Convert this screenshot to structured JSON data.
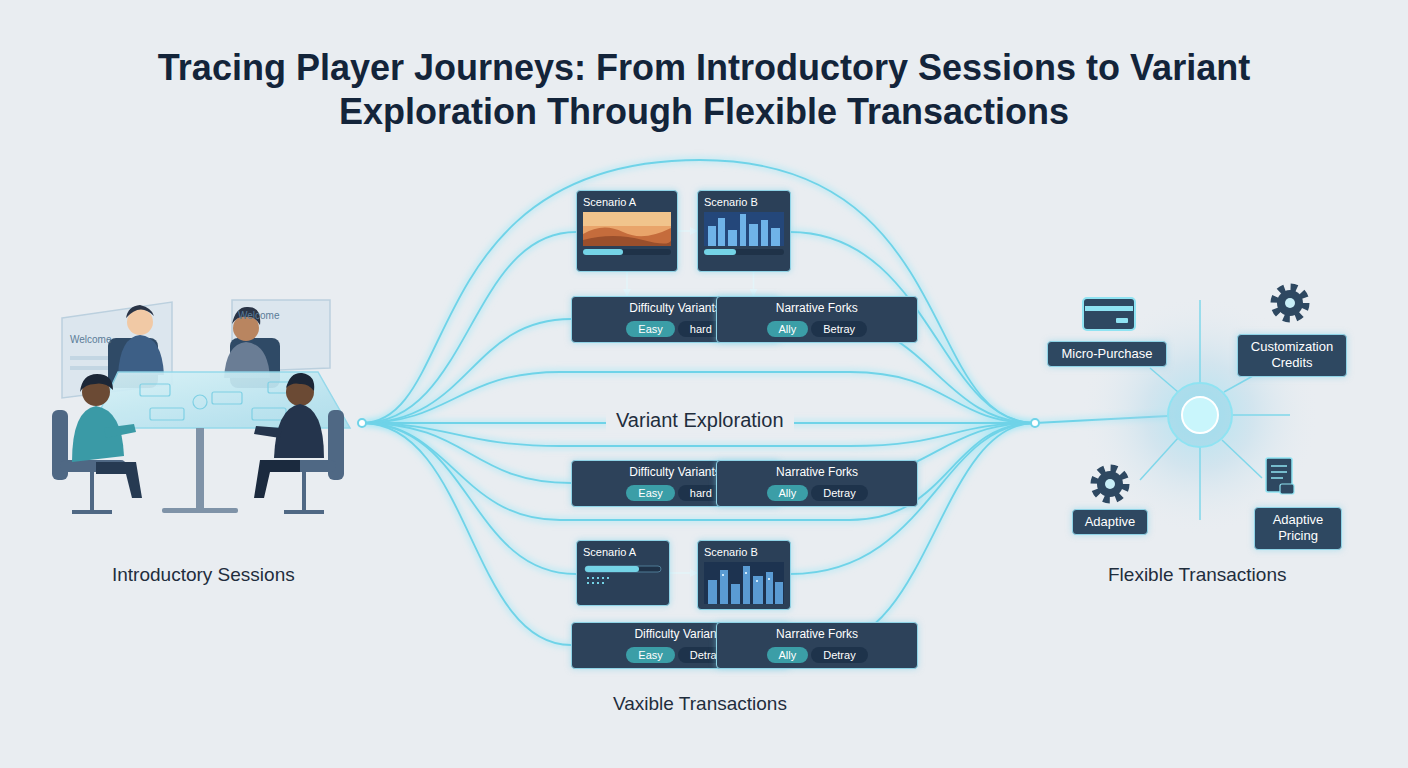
{
  "diagram": {
    "title": "Tracing Player Journeys: From Introductory Sessions to Variant Exploration Through Flexible Transactions",
    "nodes": [
      {
        "text": [
          "Scenario A"
        ]
      },
      {
        "text": [
          "Scenario B"
        ]
      },
      {
        "text": [
          "Difficulty Variants"
        ]
      },
      {
        "text": [
          "Easy"
        ],
        "in": 2
      },
      {
        "text": [
          "hard"
        ],
        "in": 2
      },
      {
        "text": [
          "Narrative Forks"
        ]
      },
      {
        "text": [
          "Ally"
        ],
        "in": 5
      },
      {
        "text": [
          "Betray"
        ],
        "in": 5
      },
      {
        "text": [
          "Difficulty Variants"
        ]
      },
      {
        "text": [
          "Easy"
        ],
        "in": 8
      },
      {
        "text": [
          "hard"
        ],
        "in": 8
      },
      {
        "text": [
          "Narrative Forks"
        ]
      },
      {
        "text": [
          "Ally"
        ],
        "in": 11
      },
      {
        "text": [
          "Detray"
        ],
        "in": 11
      },
      {
        "text": [
          "Scenario A"
        ]
      },
      {
        "text": [
          "Scenario B"
        ]
      },
      {
        "text": [
          "Difficulty Variants"
        ]
      },
      {
        "text": [
          "Easy"
        ],
        "in": 16
      },
      {
        "text": [
          "Detray"
        ],
        "in": 16
      },
      {
        "text": [
          "Narrative Forks"
        ]
      },
      {
        "text": [
          "Ally"
        ],
        "in": 19
      },
      {
        "text": [
          "Detray"
        ],
        "in": 19
      },
      {
        "text": [
          "Micro-Purchase"
        ]
      },
      {
        "text": [
          "Customization Credits"
        ]
      },
      {
        "text": [
          "Adaptive"
        ]
      },
      {
        "text": [
          "Adaptive Pricing"
        ]
      }
    ],
    "edges": [
      {
        "from": 0,
        "to": 1,
        "arrow": "to"
      },
      {
        "from": 0,
        "to": 2,
        "arrow": "to"
      },
      {
        "from": 1,
        "to": 5,
        "arrow": "to"
      },
      {
        "from": 2,
        "to": 5,
        "arrow": "to"
      },
      {
        "from": 8,
        "to": 11,
        "arrow": "to"
      },
      {
        "from": 14,
        "to": 15,
        "arrow": "to"
      },
      {
        "from": 16,
        "to": 19,
        "arrow": "to"
      }
    ],
    "labels": [
      "Welcome",
      "Welcome",
      "Introductory Sessions",
      "Variant Exploration",
      "Vaxible Transactions",
      "Flexible Transactions"
    ]
  }
}
